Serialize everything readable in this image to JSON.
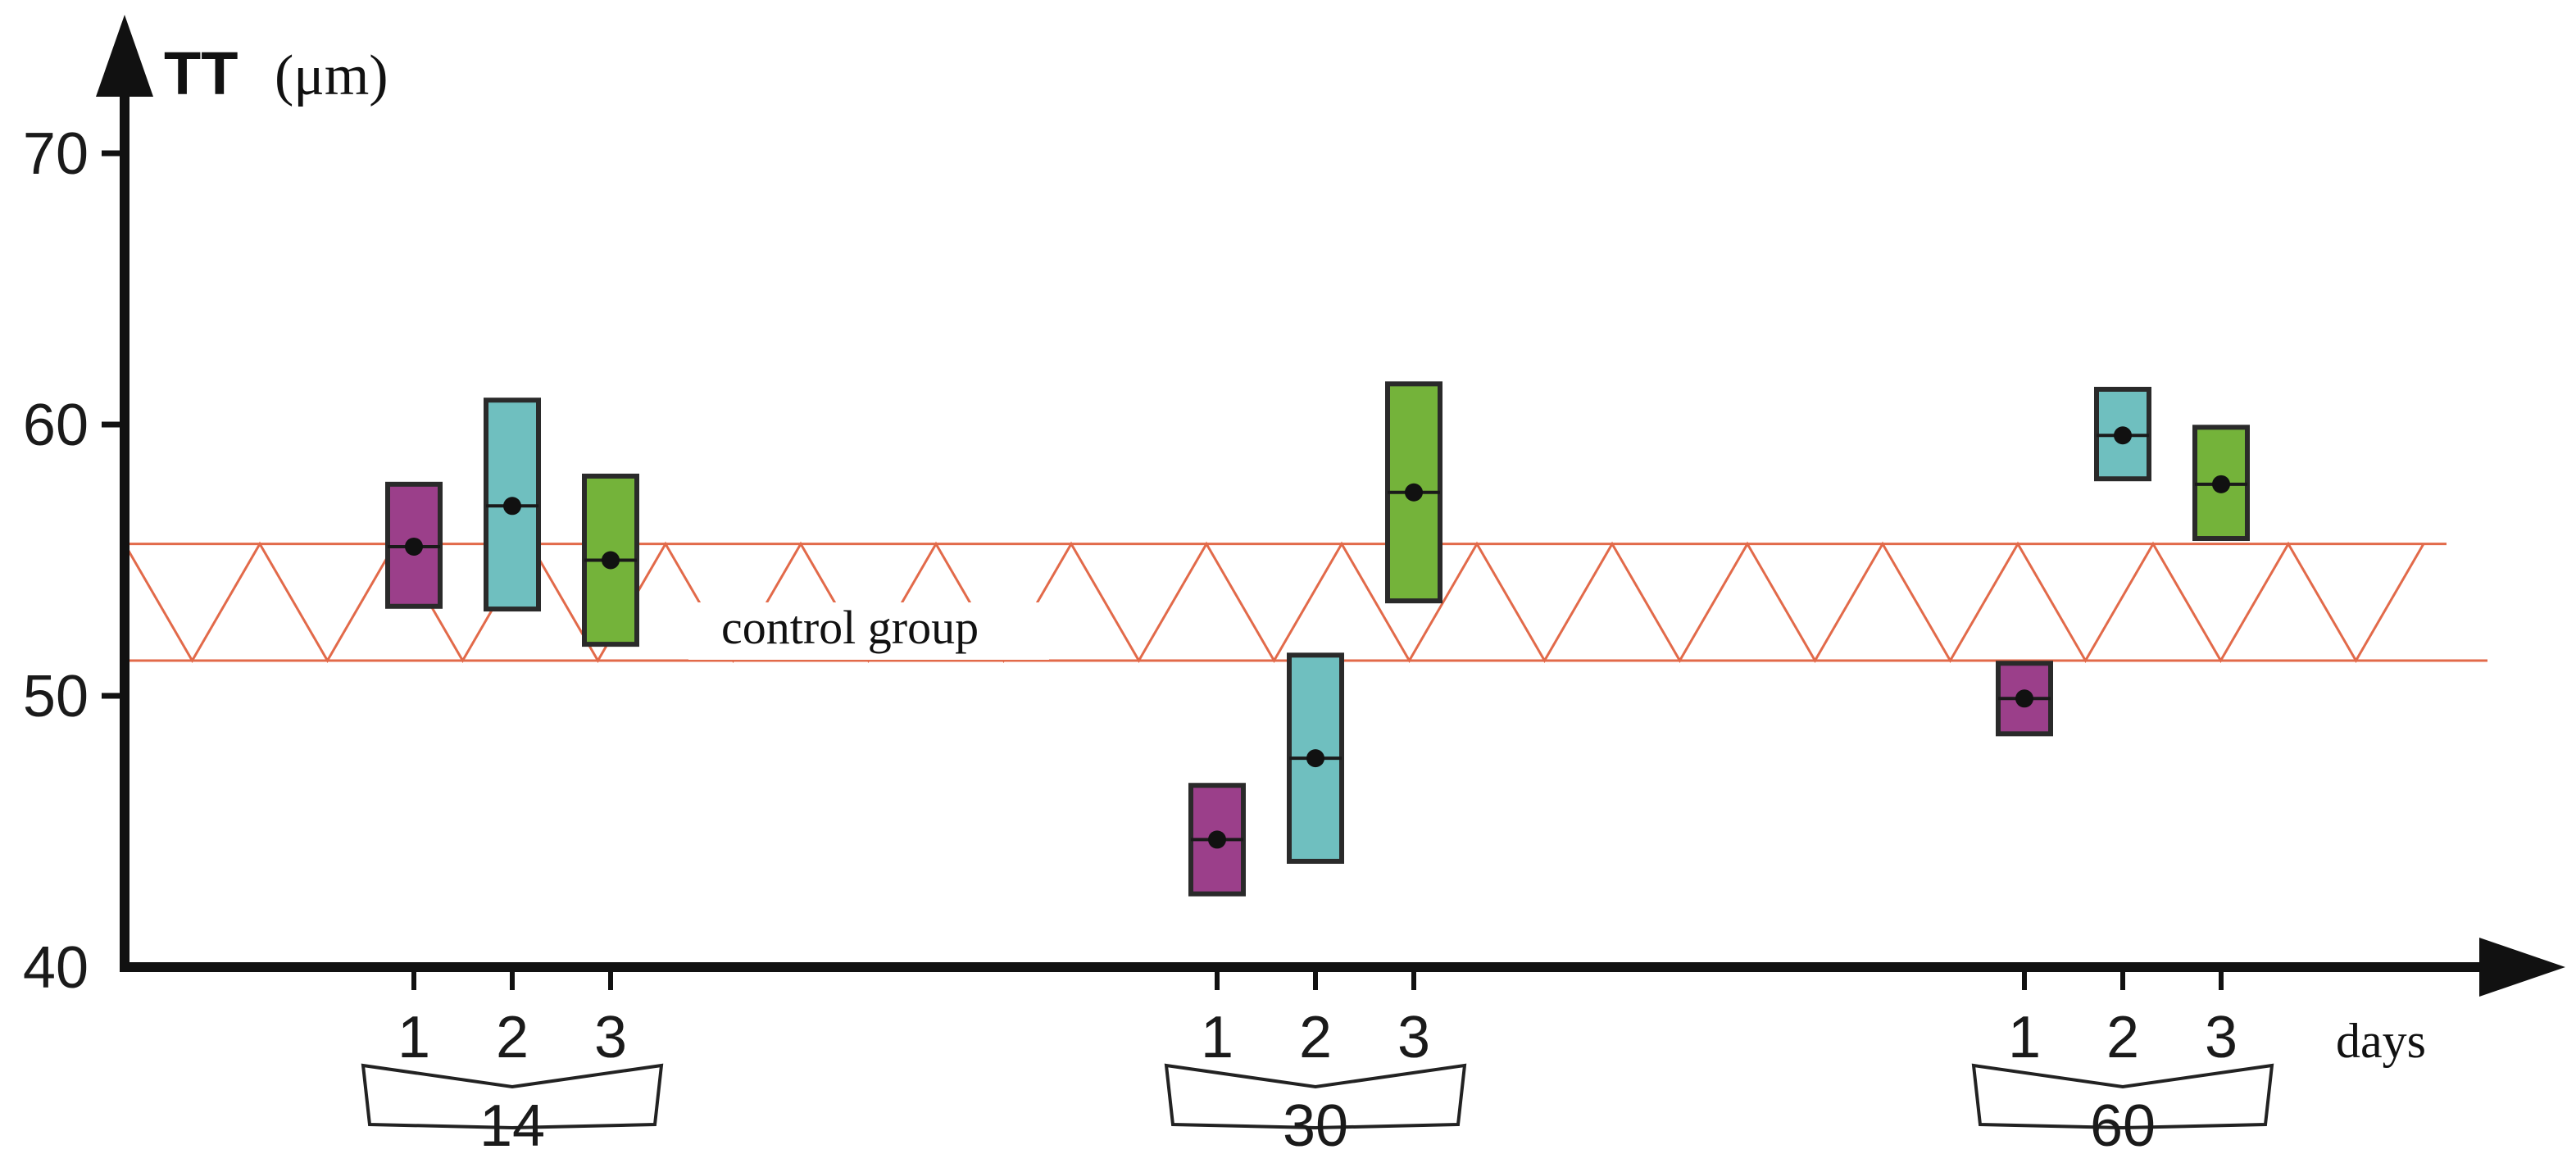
{
  "chart_data": {
    "type": "box",
    "ylabel_main": "TT",
    "ylabel_unit": "(μm)",
    "xlabel": "days",
    "ylim": [
      40,
      70
    ],
    "yticks": [
      "70",
      "60",
      "50",
      "40"
    ],
    "control_group": {
      "label": "control group",
      "range": [
        51.3,
        55.6
      ]
    },
    "groups": [
      {
        "label": "14",
        "categories": [
          "1",
          "2",
          "3"
        ],
        "boxes": [
          {
            "low": 53.3,
            "high": 57.8,
            "mean": 55.5
          },
          {
            "low": 53.2,
            "high": 60.9,
            "mean": 57.0
          },
          {
            "low": 51.9,
            "high": 58.1,
            "mean": 55.0
          }
        ]
      },
      {
        "label": "30",
        "categories": [
          "1",
          "2",
          "3"
        ],
        "boxes": [
          {
            "low": 42.7,
            "high": 46.7,
            "mean": 44.7
          },
          {
            "low": 43.9,
            "high": 51.5,
            "mean": 47.7
          },
          {
            "low": 53.5,
            "high": 61.5,
            "mean": 57.5
          }
        ]
      },
      {
        "label": "60",
        "categories": [
          "1",
          "2",
          "3"
        ],
        "boxes": [
          {
            "low": 48.6,
            "high": 51.2,
            "mean": 49.9
          },
          {
            "low": 58.0,
            "high": 61.3,
            "mean": 59.6
          },
          {
            "low": 55.8,
            "high": 59.9,
            "mean": 57.8
          }
        ]
      }
    ],
    "colors": {
      "c1": "#9b3f8a",
      "c2": "#6fbfbf",
      "c3": "#74b33a",
      "control": "#e26a4a",
      "axis": "#111111"
    }
  }
}
